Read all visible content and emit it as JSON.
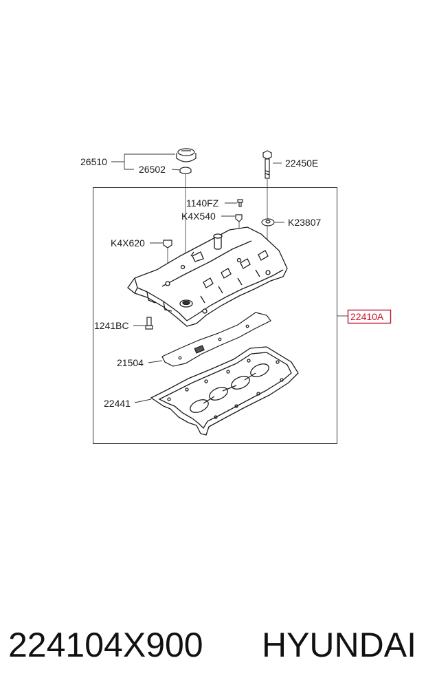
{
  "callouts": {
    "oil_cap": "26510",
    "cap_gasket": "26502",
    "long_bolt": "22450E",
    "bolt_1140": "1140FZ",
    "clip_k4x540": "K4X540",
    "washer": "K23807",
    "clip_k4x620": "K4X620",
    "assembly": "22410A",
    "bolt_1241": "1241BC",
    "plate_gasket": "21504",
    "cover_gasket": "22441"
  },
  "footer": {
    "part_number": "224104X900",
    "brand": "HYUNDAI"
  },
  "colors": {
    "line": "#1a1a1a",
    "highlight": "#c8102e"
  }
}
